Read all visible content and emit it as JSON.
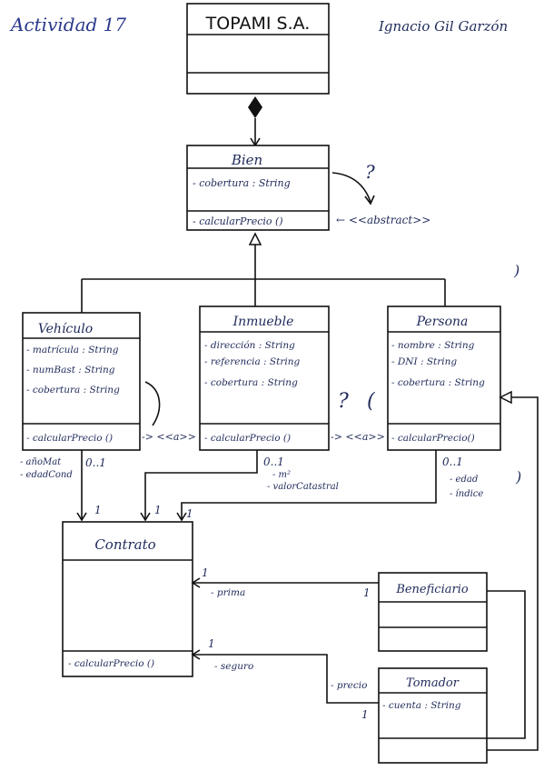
{
  "header": {
    "activity": "Actividad 17",
    "author": "Ignacio Gil Garzón"
  },
  "classes": {
    "topami": {
      "name": "TOPAMI  S.A."
    },
    "bien": {
      "name": "Bien",
      "attr1": "- cobertura : String",
      "op1": "- calcularPrecio ()"
    },
    "vehiculo": {
      "name": "Vehículo",
      "attr1": "- matrícula : String",
      "attr2": "- numBast : String",
      "attr3": "- cobertura : String",
      "op1": "- calcularPrecio ()"
    },
    "inmueble": {
      "name": "Inmueble",
      "attr1": "- dirección : String",
      "attr2": "- referencia : String",
      "attr3": "- cobertura : String",
      "op1": "- calcularPrecio ()"
    },
    "persona": {
      "name": "Persona",
      "attr1": "- nombre : String",
      "attr2": "- DNI : String",
      "attr3": "- cobertura : String",
      "op1": "- calcularPrecio()"
    },
    "contrato": {
      "name": "Contrato",
      "op1": "- calcularPrecio ()"
    },
    "beneficiario": {
      "name": "Beneficiario"
    },
    "tomador": {
      "name": "Tomador",
      "attr1": "- cuenta : String"
    }
  },
  "annotations": {
    "question": "?",
    "abstract": "← <<abstract>>",
    "veh_a": "-> <<a>>",
    "inm_a": "-> <<a>> ←",
    "q_inm": "?",
    "paren_inm": "(",
    "paren_r1": ")",
    "paren_r2": ")",
    "veh_attrs1": "- añoMat",
    "veh_attrs2": "- edadCond",
    "inm_attrs1": "- m²",
    "inm_attrs2": "- valorCatastral",
    "per_attrs1": "- edad",
    "per_attrs2": "- índice",
    "mult_veh": "0..1",
    "mult_inm": "0..1",
    "mult_per": "0..1",
    "one_c1": "1",
    "one_c2": "1",
    "one_c3": "1",
    "prima": "- prima",
    "prima_1a": "1",
    "prima_1b": "1",
    "seguro": "- seguro",
    "seguro_1": "1",
    "precio": "- precio",
    "precio_1": "1"
  }
}
